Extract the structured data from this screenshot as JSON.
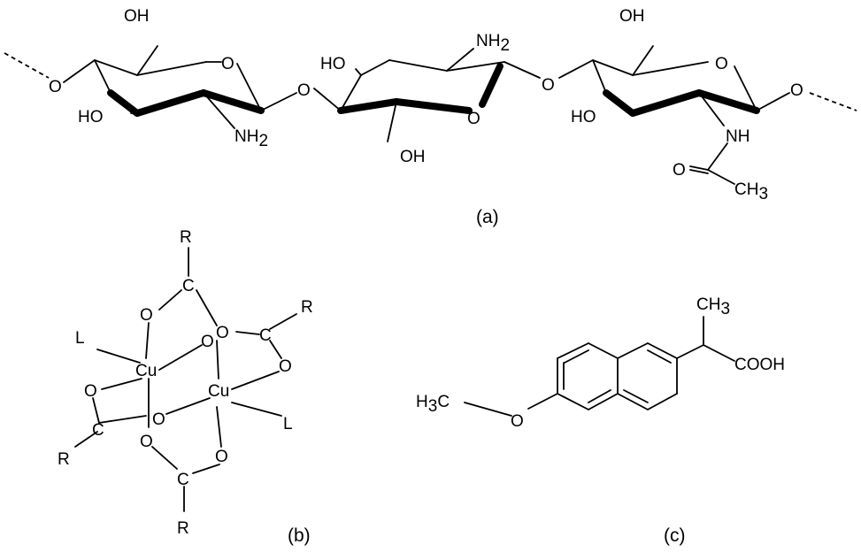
{
  "captions": {
    "a": "(a)",
    "b": "(b)",
    "c": "(c)"
  },
  "chitosan": {
    "ring1": {
      "oh_top": "OH",
      "ring_o": "O",
      "link_left_o": "O",
      "ho": "HO",
      "nh2": "NH2"
    },
    "link_o1": "O",
    "ring2": {
      "ho": "HO",
      "nh2": "NH2",
      "ring_o": "O",
      "oh": "OH"
    },
    "link_o2": "O",
    "ring3": {
      "oh_top": "OH",
      "ring_o": "O",
      "link_right_o": "O",
      "ho": "HO",
      "nh": "NH",
      "carbonyl_o": "O",
      "ch3": "CH3"
    }
  },
  "copper_acetate": {
    "r_top": "R",
    "c_top": "C",
    "o_top_left": "O",
    "o_top_right": "O",
    "r_right": "R",
    "c_right": "C",
    "o_right": "O",
    "l_left": "L",
    "cu1": "Cu",
    "o_mid": "O",
    "cu2": "Cu",
    "l_right": "L",
    "o_left": "O",
    "c_left": "C",
    "o_center": "O",
    "r_left": "R",
    "o_bottom_left": "O",
    "o_bottom_right": "O",
    "c_bottom": "C",
    "r_bottom": "R"
  },
  "naproxen": {
    "ch3": "CH3",
    "cooh": "COOH",
    "h3c": "H3C",
    "o": "O"
  }
}
